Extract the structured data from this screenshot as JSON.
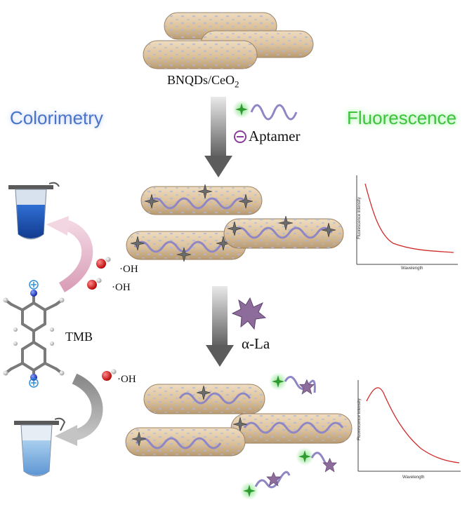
{
  "labels": {
    "material": "BNQDs/CeO2",
    "left_title": "Colorimetry",
    "right_title": "Fluorescence",
    "aptamer": "Aptamer",
    "substrate": "TMB",
    "target": "α-La",
    "radical": "·OH"
  },
  "graphs": {
    "before": {
      "ylabel": "Fluorescence intensity",
      "xlabel": "Wavelength"
    },
    "after": {
      "ylabel": "Fluorescence intensity",
      "xlabel": "Wavelength"
    }
  },
  "colors": {
    "left_title": "#4a74c9",
    "right_title": "#3fc23f",
    "curve": "#d12a2a",
    "rod": "#e2c9a4",
    "aptamer": "#8f86c4",
    "target_star": "#8d6b9a"
  }
}
